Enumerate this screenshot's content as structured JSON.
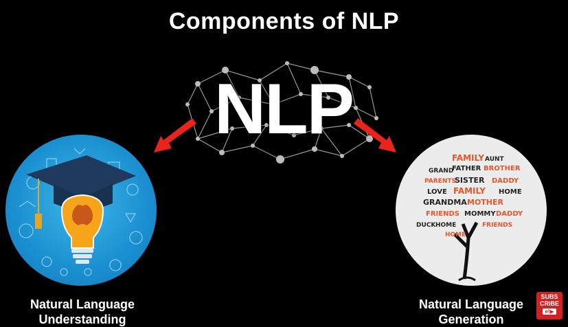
{
  "title": "Components of NLP",
  "center": {
    "label": "NLP"
  },
  "left": {
    "caption_line1": "Natural Language",
    "caption_line2": "Understanding",
    "icon": "lightbulb-graduation-cap-icon"
  },
  "right": {
    "caption_line1": "Natural Language",
    "caption_line2": "Generation",
    "icon": "family-word-tree-icon",
    "tree_words": [
      "FAMILY",
      "AUNT",
      "GRAND",
      "FATHER",
      "BROTHER",
      "PARENTS",
      "SISTER",
      "DADDY",
      "LOVE",
      "FAMILY",
      "HOME",
      "GRANDMA",
      "MOTHER",
      "FRIENDS",
      "MOMMY",
      "DADDY",
      "HOME",
      "FRIENDS",
      "HOME",
      "DUCK"
    ]
  },
  "badge": {
    "line1": "SUBS",
    "line2": "CRIBE",
    "play": "e!▶"
  },
  "colors": {
    "arrow": "#e8241c",
    "left_circle": "#1a8fd0",
    "right_circle": "#ececec",
    "tree_word_orange": "#e8552b"
  }
}
